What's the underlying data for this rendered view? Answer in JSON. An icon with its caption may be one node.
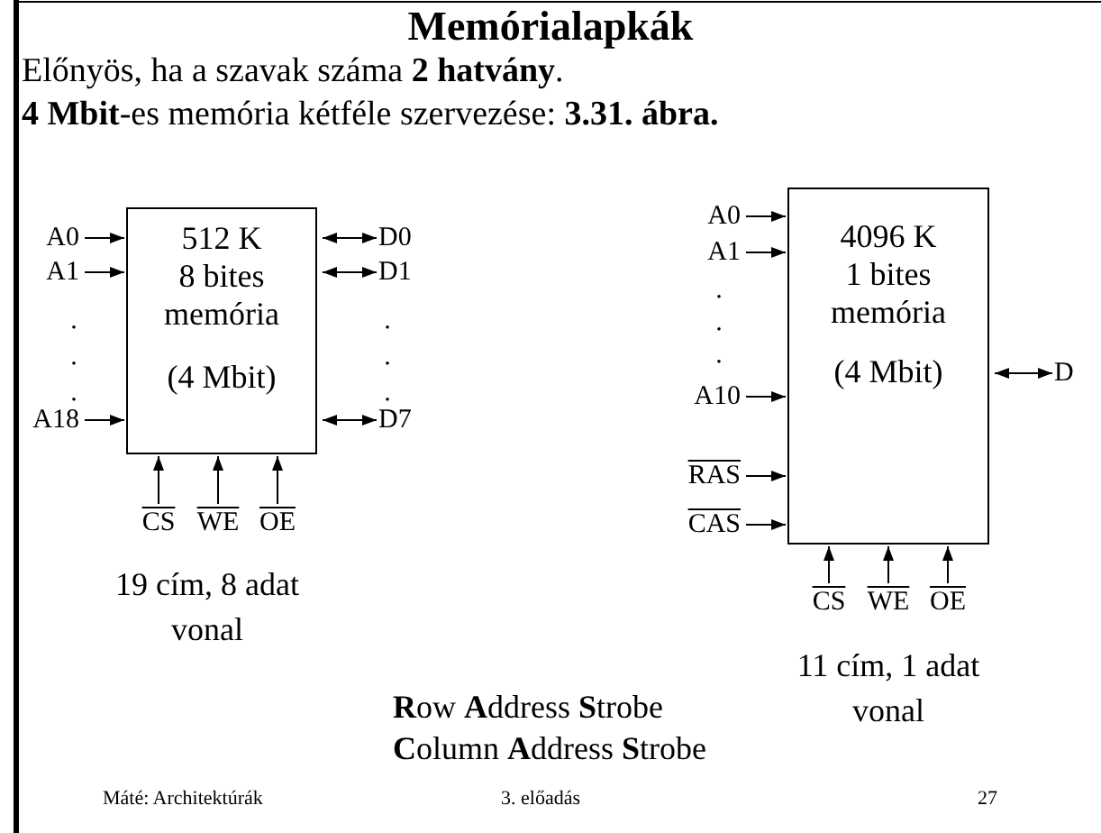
{
  "diagram": {
    "title": "Memórialapkák",
    "nodes": [
      {
        "text": [
          "512 K",
          "8 bites memória",
          "(4 Mbit)"
        ]
      },
      {
        "text": [
          "A0"
        ]
      },
      {
        "text": [
          "A1"
        ]
      },
      {
        "text": [
          "A18"
        ]
      },
      {
        "text": [
          "D0"
        ]
      },
      {
        "text": [
          "D1"
        ]
      },
      {
        "text": [
          "D7"
        ]
      },
      {
        "text": [
          "CS"
        ]
      },
      {
        "text": [
          "WE"
        ]
      },
      {
        "text": [
          "OE"
        ]
      },
      {
        "text": [
          "4096 K",
          "1 bites memória",
          "(4 Mbit)"
        ]
      },
      {
        "text": [
          "A0"
        ]
      },
      {
        "text": [
          "A1"
        ]
      },
      {
        "text": [
          "A10"
        ]
      },
      {
        "text": [
          "RAS"
        ]
      },
      {
        "text": [
          "CAS"
        ]
      },
      {
        "text": [
          "D"
        ]
      },
      {
        "text": [
          "CS"
        ]
      },
      {
        "text": [
          "WE"
        ]
      },
      {
        "text": [
          "OE"
        ]
      }
    ],
    "edges": [
      {
        "from": 1,
        "to": 0,
        "arrow": "to"
      },
      {
        "from": 2,
        "to": 0,
        "arrow": "to"
      },
      {
        "from": 3,
        "to": 0,
        "arrow": "to"
      },
      {
        "from": 0,
        "to": 4,
        "arrow": "both"
      },
      {
        "from": 0,
        "to": 5,
        "arrow": "both"
      },
      {
        "from": 0,
        "to": 6,
        "arrow": "both"
      },
      {
        "from": 7,
        "to": 0,
        "arrow": "to"
      },
      {
        "from": 8,
        "to": 0,
        "arrow": "to"
      },
      {
        "from": 9,
        "to": 0,
        "arrow": "to"
      },
      {
        "from": 11,
        "to": 10,
        "arrow": "to"
      },
      {
        "from": 12,
        "to": 10,
        "arrow": "to"
      },
      {
        "from": 13,
        "to": 10,
        "arrow": "to"
      },
      {
        "from": 14,
        "to": 10,
        "arrow": "to"
      },
      {
        "from": 15,
        "to": 10,
        "arrow": "to"
      },
      {
        "from": 10,
        "to": 16,
        "arrow": "both"
      },
      {
        "from": 17,
        "to": 10,
        "arrow": "to"
      },
      {
        "from": 18,
        "to": 10,
        "arrow": "to"
      },
      {
        "from": 19,
        "to": 10,
        "arrow": "to"
      }
    ],
    "labels": [
      "Előnyös, ha a szavak száma **2 hatvány**.",
      "**4 Mbit**-es memória kétféle szervezése:  **3.31. ábra.**",
      ".",
      ".",
      ".",
      ".",
      ".",
      ".",
      ".",
      ".",
      ".",
      "19 cím, 8 adat vonal",
      "11 cím, 1 adat vonal",
      "**R**ow **A**ddress **S**trobe",
      "**C**olumn **A**ddress **S**trobe",
      "Máté: Architektúrák",
      "3. előadás",
      "27"
    ]
  }
}
